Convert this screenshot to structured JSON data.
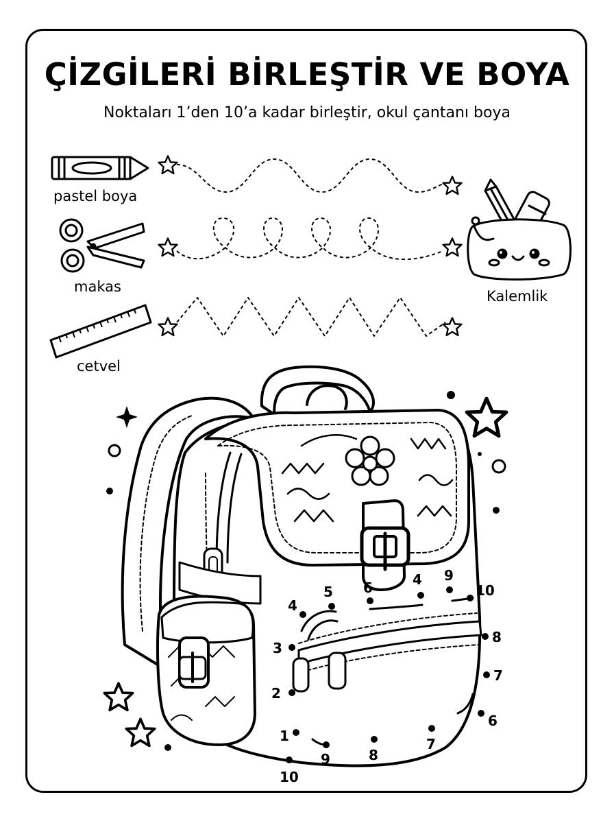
{
  "title": "ÇİZGİLERİ BİRLEŞTİR VE BOYA",
  "subtitle": "Noktaları 1’den 10’a kadar birleştir, okul çantanı boya",
  "tracing_items": [
    {
      "label": "pastel boya",
      "icon": "crayon-icon"
    },
    {
      "label": "makas",
      "icon": "scissors-icon"
    },
    {
      "label": "cetvel",
      "icon": "ruler-icon"
    }
  ],
  "target_item": {
    "label": "Kalemlik",
    "icon": "pencil-case-icon"
  },
  "dot_numbers": {
    "n1": "1",
    "n2": "2",
    "n3": "3",
    "n4a": "4",
    "n5": "5",
    "n6a": "6",
    "n4b": "4",
    "n9a": "9",
    "n10a": "10",
    "n8a": "8",
    "n7a": "7",
    "n6b": "6",
    "n7b": "7",
    "n8b": "8",
    "n9b": "9",
    "n10b": "10"
  }
}
